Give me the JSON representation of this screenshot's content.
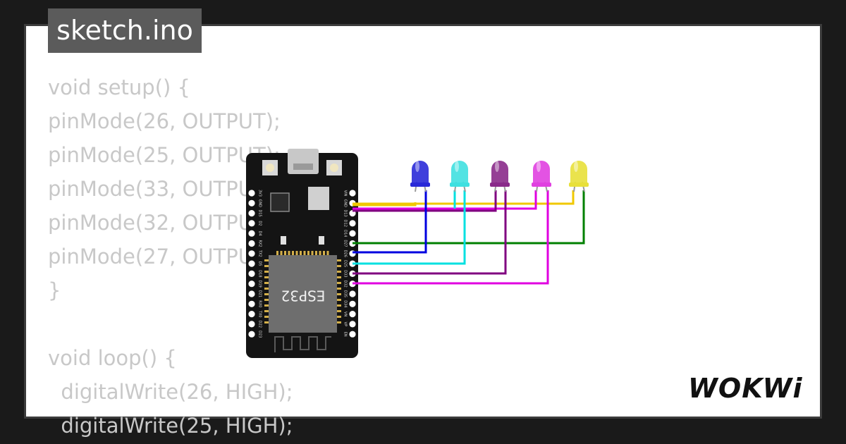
{
  "tab": {
    "title": "sketch.ino"
  },
  "code_lines": [
    "void setup() {",
    "pinMode(26, OUTPUT);",
    "pinMode(25, OUTPUT);",
    "pinMode(33, OUTPUT);",
    "pinMode(32, OUTPUT);",
    "pinMode(27, OUTPUT);",
    "}",
    "",
    "void loop() {",
    "  digitalWrite(26, HIGH);",
    "  digitalWrite(25, HIGH);"
  ],
  "board": {
    "label": "ESP32",
    "left_pins": [
      "3V3",
      "GND",
      "D15",
      "D2",
      "D4",
      "RX2",
      "TX2",
      "D5",
      "D18",
      "D19",
      "D21",
      "RX0",
      "TX0",
      "D22",
      "D23"
    ],
    "right_pins": [
      "VIN",
      "GND",
      "D13",
      "D12",
      "D14",
      "D27",
      "D26",
      "D25",
      "D33",
      "D32",
      "D35",
      "D34",
      "VN",
      "VP",
      "EN"
    ]
  },
  "leds": [
    {
      "name": "blue",
      "color": "#2a2ad8"
    },
    {
      "name": "cyan",
      "color": "#3fe0e0"
    },
    {
      "name": "purple",
      "color": "#8a2a8a"
    },
    {
      "name": "magenta",
      "color": "#e040e0"
    },
    {
      "name": "yellow",
      "color": "#e8e03a"
    }
  ],
  "wires": [
    {
      "name": "yellow-gnd-wire",
      "color": "#f0c800"
    },
    {
      "name": "magenta-gnd-wire",
      "color": "#e000e0"
    },
    {
      "name": "purple-gnd-wire",
      "color": "#800080"
    },
    {
      "name": "green-signal-wire",
      "color": "#008000"
    },
    {
      "name": "blue-signal-wire",
      "color": "#0000e0"
    },
    {
      "name": "cyan-signal-wire",
      "color": "#00e0e0"
    },
    {
      "name": "purple-signal-wire",
      "color": "#800080"
    },
    {
      "name": "magenta-signal-wire",
      "color": "#e000e0"
    }
  ],
  "brand": {
    "logo": "WOKWi"
  }
}
